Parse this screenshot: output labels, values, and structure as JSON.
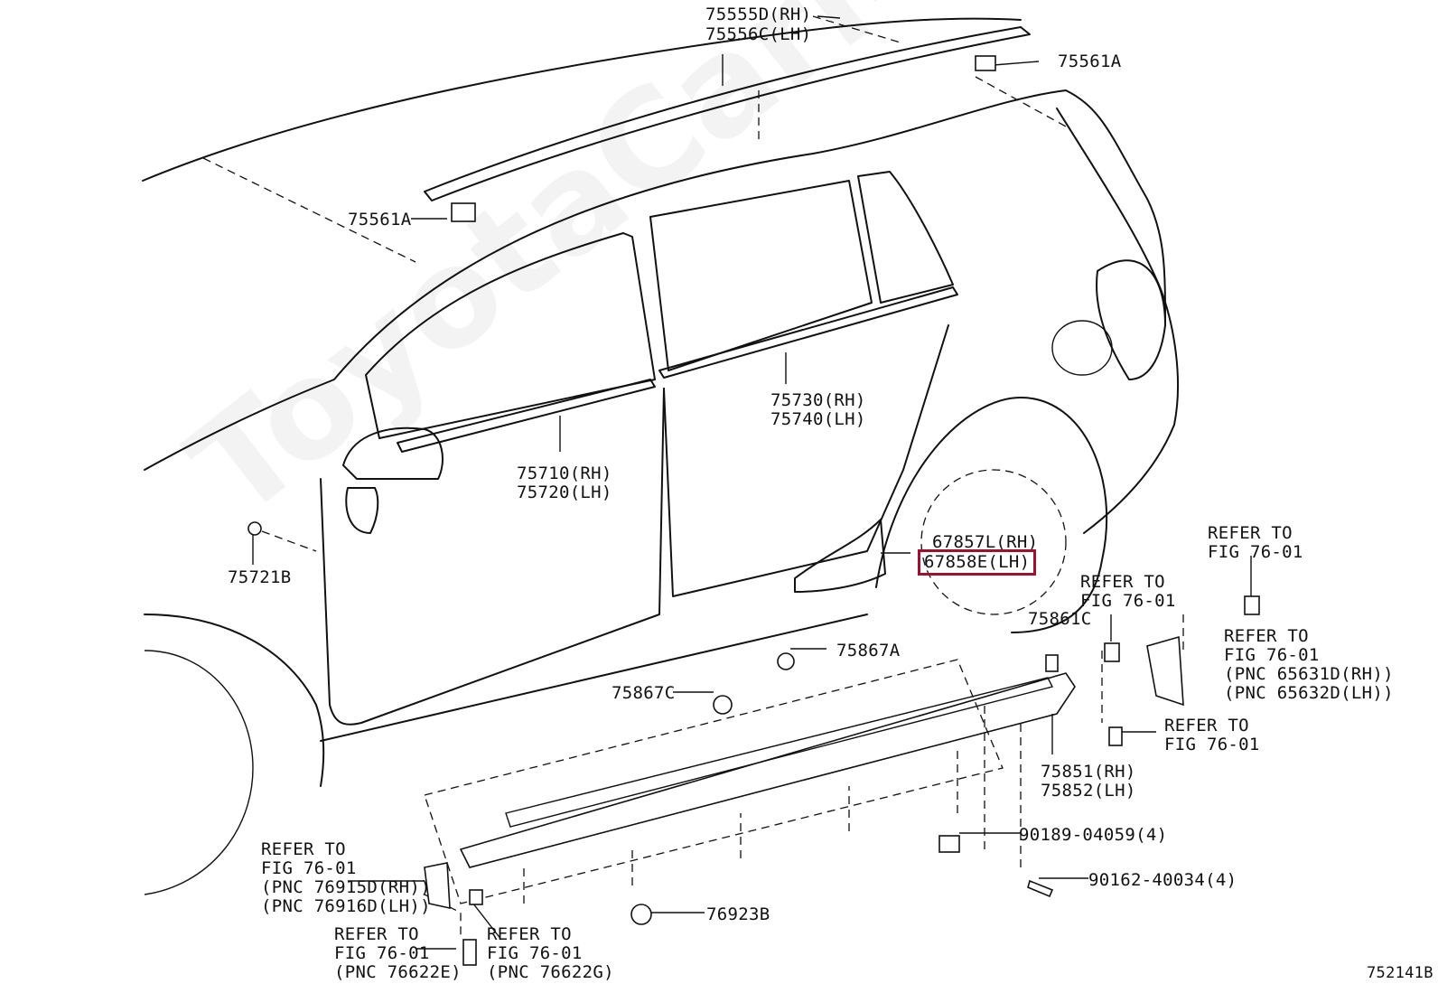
{
  "watermark": "ToyotaCarMine.ru",
  "diagram_id": "752141B",
  "highlight_color": "#a0102c",
  "labels": {
    "roof_rail_rh": "75555D(RH)",
    "roof_rail_lh": "75556C(LH)",
    "clip_rear": "75561A",
    "clip_front": "75561A",
    "rear_door_moulding": "75730(RH)\n75740(LH)",
    "front_door_moulding": "75710(RH)\n75720(LH)",
    "mirror_clip": "75721B",
    "mudguard_rh": "67857L(RH)",
    "mudguard_lh": "67858E(LH)",
    "clip_75861c": "75861C",
    "clip_75867a": "75867A",
    "clip_75867c": "75867C",
    "rocker_moulding": "75851(RH)\n75852(LH)",
    "refer_upper_right": "REFER TO\nFIG 76-01",
    "refer_mid": "REFER TO\nFIG 76-01",
    "refer_pnc_65631": "REFER TO\nFIG 76-01\n(PNC 65631D(RH))\n(PNC 65632D(LH))",
    "refer_lower_right": "REFER TO\nFIG 76-01",
    "bolt_90189": "90189-04059(4)",
    "screw_90162": "90162-40034(4)",
    "refer_pnc_76915": "REFER TO\nFIG 76-01\n(PNC 76915D(RH))\n(PNC 76916D(LH))",
    "clip_76923b": "76923B",
    "refer_pnc_76622e": "REFER TO\nFIG 76-01\n(PNC 76622E)",
    "refer_pnc_76622g": "REFER TO\nFIG 76-01\n(PNC 76622G)"
  }
}
